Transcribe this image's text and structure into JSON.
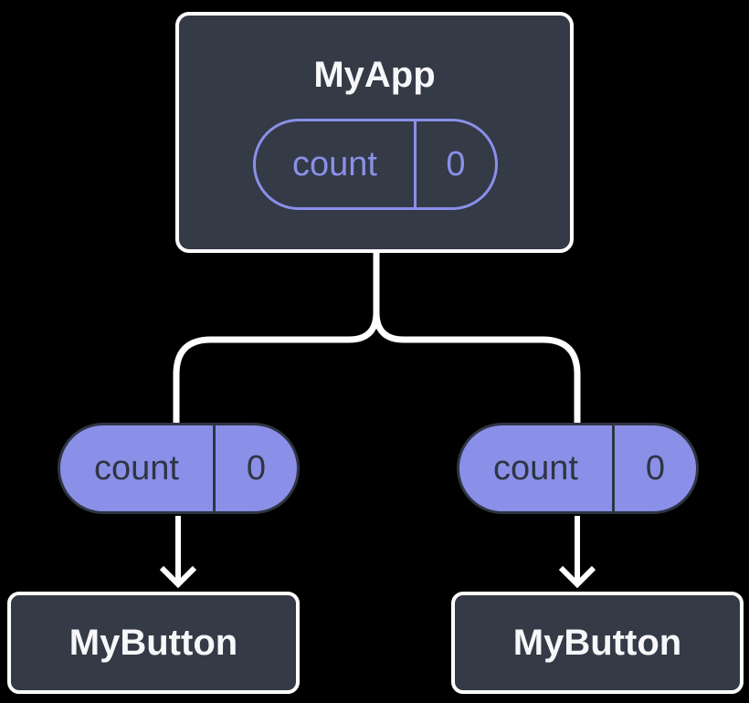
{
  "root_node": {
    "label": "MyApp",
    "pill": {
      "key": "count",
      "value": "0"
    }
  },
  "left_branch": {
    "pill": {
      "key": "count",
      "value": "0"
    },
    "node": {
      "label": "MyButton"
    }
  },
  "right_branch": {
    "pill": {
      "key": "count",
      "value": "0"
    },
    "node": {
      "label": "MyButton"
    }
  },
  "colors": {
    "background": "#000000",
    "node_fill": "#343a46",
    "node_border": "#ffffff",
    "node_text": "#f6f7f9",
    "accent_purple": "#8a90e8",
    "pill_dark_text": "#2f3542",
    "connector": "#ffffff"
  }
}
